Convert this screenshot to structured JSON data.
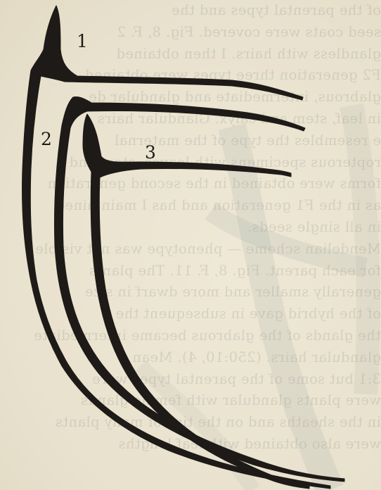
{
  "figure": {
    "labels": [
      "1",
      "2",
      "3"
    ]
  },
  "reverse_side_text": {
    "lines": [
      "of the parental types and the",
      "seed coats were covered. Fig. 8, F. 2",
      "glandless with hairs. I then obtained",
      "F2 generation three types were obtained",
      "glabrous, intermediate and glandular de",
      "in leaf, stem and calyx. Glandular hairs",
      "e resembles the type of the maternal",
      "ropterous specimens with leaves, stem and",
      "forms were obtained in the second generation",
      "as in the F1 generation and has I maintained",
      "in all single seeds.",
      "Mendelian scheme — phenotype was not visible",
      "for each parent. Fig. 8, F. 11. The plants",
      "generally smaller and more dwarf in size",
      "of the hybrid gave in subsequent the",
      "the glands of the glabrous became intermediate",
      "glandular hairs. (250:10, 4). Mean",
      "3:1 but some of the parental types were",
      "were plants glandular with female glands",
      "in the sheaths and on the tips of many plants",
      "were also obtained with leaf lengths",
      "                              ",
      "                              "
    ]
  }
}
